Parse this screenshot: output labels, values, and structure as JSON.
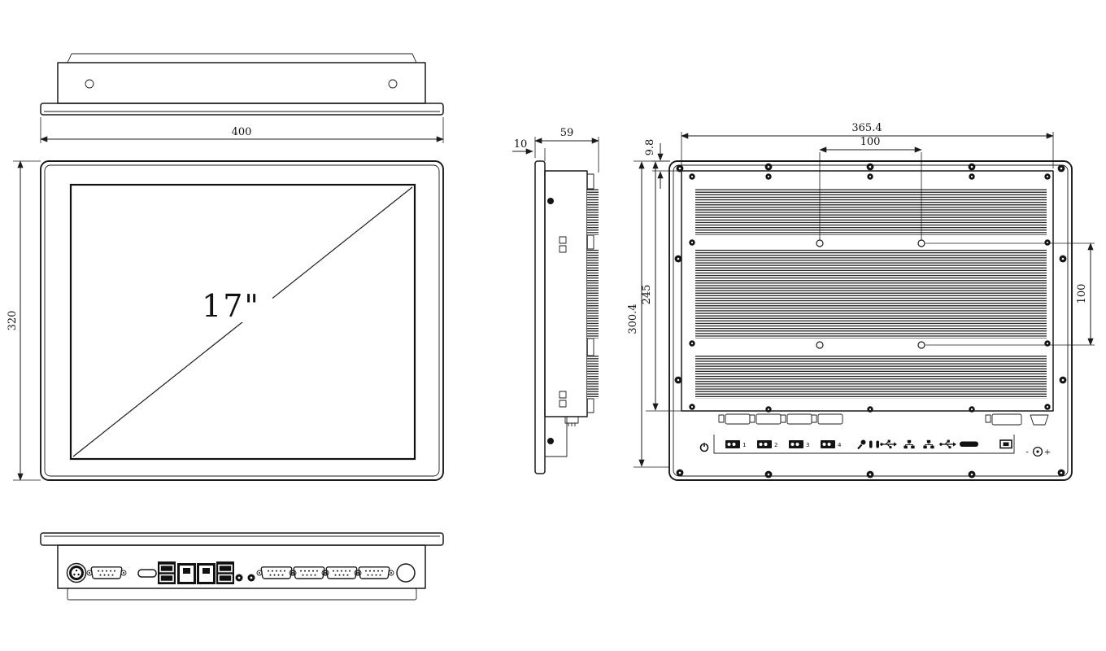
{
  "drawing": {
    "screen_label": "17\"",
    "dimensions": {
      "front_width": "400",
      "front_height": "320",
      "depth": "59",
      "front_panel_thickness": "10",
      "rear_cutout_width": "365.4",
      "vesa_horizontal": "100",
      "vesa_vertical": "100",
      "rear_top_offset": "9.8",
      "rear_finned_height": "245",
      "rear_height": "300.4"
    },
    "rear_port_labels": {
      "com1": "1",
      "com2": "2",
      "com3": "3",
      "com4": "4",
      "dc_minus": "-",
      "dc_plus": "+"
    },
    "line_color": "#1b1b1b",
    "icons": [
      "power-icon",
      "com-port-icon",
      "mic-icon",
      "headphone-icon",
      "usb-icon",
      "lan-icon",
      "hdmi-icon",
      "display-icon",
      "dc-jack-icon"
    ]
  }
}
